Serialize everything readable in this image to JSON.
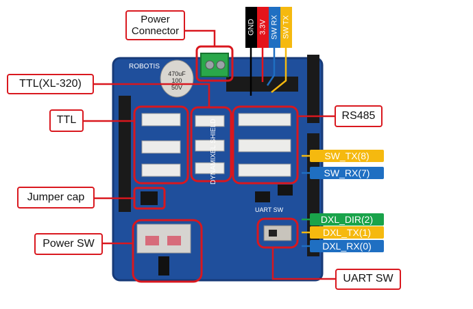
{
  "labels": {
    "power_connector": "Power\nConnector",
    "ttl_xl320": "TTL(XL-320)",
    "ttl": "TTL",
    "rs485": "RS485",
    "jumper_cap": "Jumper cap",
    "power_sw": "Power SW",
    "uart_sw": "UART SW"
  },
  "wires": [
    {
      "name": "GND",
      "color": "#000000",
      "text_color": "#ffffff"
    },
    {
      "name": "3.3V",
      "color": "#e4141b",
      "text_color": "#ffffff"
    },
    {
      "name": "SW RX",
      "color": "#1f6fc2",
      "text_color": "#ffffff"
    },
    {
      "name": "SW TX",
      "color": "#f5b90f",
      "text_color": "#ffffff"
    }
  ],
  "pin_tags": [
    {
      "name": "SW_TX(8)",
      "color": "#f5b90f"
    },
    {
      "name": "SW_RX(7)",
      "color": "#1f6fc2"
    },
    {
      "name": "DXL_DIR(2)",
      "color": "#19a34a"
    },
    {
      "name": "DXL_TX(1)",
      "color": "#f5b90f"
    },
    {
      "name": "DXL_RX(0)",
      "color": "#1f6fc2"
    }
  ],
  "board": {
    "silkscreen_name": "DYNAMIXEL SHIELD",
    "capacitor_text": "470uF\n100\n50V",
    "uart_text": "UART SW",
    "brand": "ROBOTIS"
  }
}
